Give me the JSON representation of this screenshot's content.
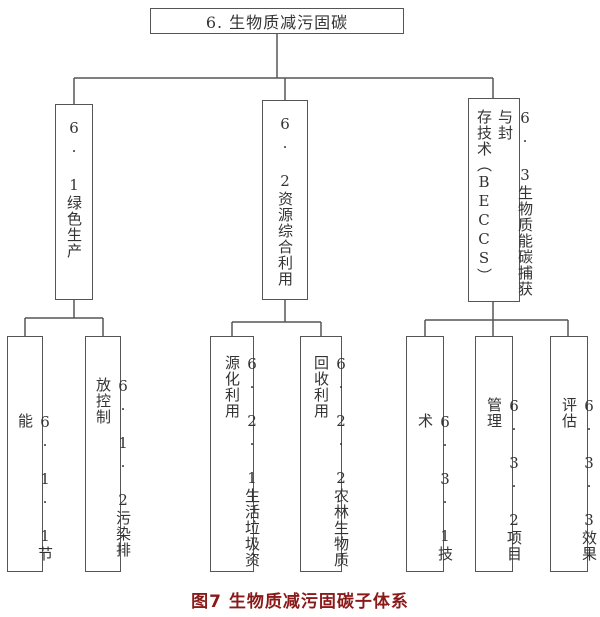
{
  "root": "6. 生物质减污固碳",
  "level1": [
    {
      "label": "6. 1绿色生产"
    },
    {
      "label": "6. 2资源综合利用"
    },
    {
      "label": "6. 3生物质能碳捕获与封存技术（BECCS）",
      "line1": "6. 3生物质能碳捕获与封",
      "line2": "存技术（BECCS）"
    }
  ],
  "level2": [
    {
      "label": "6. 1. 1节能"
    },
    {
      "label": "6. 1. 2污染排放控制"
    },
    {
      "label": "6. 2. 1生活垃圾资源化利用"
    },
    {
      "label": "6. 2. 2农林生物质回收利用"
    },
    {
      "label": "6. 3. 1技术"
    },
    {
      "label": "6. 3. 2项目管理"
    },
    {
      "label": "6. 3. 3效果评估"
    }
  ],
  "caption": "图7  生物质减污固碳子体系"
}
